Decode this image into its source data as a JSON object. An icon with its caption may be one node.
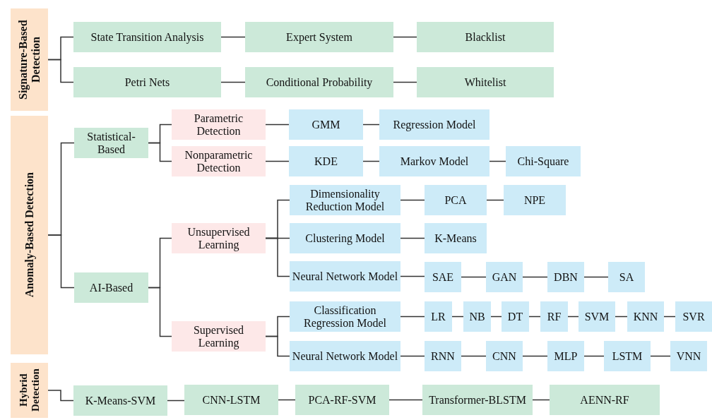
{
  "diagram": {
    "nodes": [
      {
        "text": [
          "Signature-Based Detection"
        ]
      },
      {
        "text": [
          "State Transition Analysis"
        ]
      },
      {
        "text": [
          "Expert System"
        ]
      },
      {
        "text": [
          "Blacklist"
        ]
      },
      {
        "text": [
          "Petri Nets"
        ]
      },
      {
        "text": [
          "Conditional Probability"
        ]
      },
      {
        "text": [
          "Whitelist"
        ]
      },
      {
        "text": [
          "Anomaly-Based Detection"
        ]
      },
      {
        "text": [
          "Statistical-Based"
        ]
      },
      {
        "text": [
          "Parametric Detection"
        ]
      },
      {
        "text": [
          "Nonparametric Detection"
        ]
      },
      {
        "text": [
          "GMM"
        ]
      },
      {
        "text": [
          "Regression Model"
        ]
      },
      {
        "text": [
          "KDE"
        ]
      },
      {
        "text": [
          "Markov Model"
        ]
      },
      {
        "text": [
          "Chi-Square"
        ]
      },
      {
        "text": [
          "AI-Based"
        ]
      },
      {
        "text": [
          "Unsupervised Learning"
        ]
      },
      {
        "text": [
          "Supervised Learning"
        ]
      },
      {
        "text": [
          "Dimensionality Reduction Model"
        ]
      },
      {
        "text": [
          "PCA"
        ]
      },
      {
        "text": [
          "NPE"
        ]
      },
      {
        "text": [
          "Clustering Model"
        ]
      },
      {
        "text": [
          "K-Means"
        ]
      },
      {
        "text": [
          "Neural Network Model"
        ]
      },
      {
        "text": [
          "SAE"
        ]
      },
      {
        "text": [
          "GAN"
        ]
      },
      {
        "text": [
          "DBN"
        ]
      },
      {
        "text": [
          "SA"
        ]
      },
      {
        "text": [
          "Classification Regression Model"
        ]
      },
      {
        "text": [
          "LR"
        ]
      },
      {
        "text": [
          "NB"
        ]
      },
      {
        "text": [
          "DT"
        ]
      },
      {
        "text": [
          "RF"
        ]
      },
      {
        "text": [
          "SVM"
        ]
      },
      {
        "text": [
          "KNN"
        ]
      },
      {
        "text": [
          "SVR"
        ]
      },
      {
        "text": [
          "Neural Network Model"
        ]
      },
      {
        "text": [
          "RNN"
        ]
      },
      {
        "text": [
          "CNN"
        ]
      },
      {
        "text": [
          "MLP"
        ]
      },
      {
        "text": [
          "LSTM"
        ]
      },
      {
        "text": [
          "VNN"
        ]
      },
      {
        "text": [
          "Hybrid Detection"
        ]
      },
      {
        "text": [
          "K-Means-SVM"
        ]
      },
      {
        "text": [
          "CNN-LSTM"
        ]
      },
      {
        "text": [
          "PCA-RF-SVM"
        ]
      },
      {
        "text": [
          "Transformer-BLSTM"
        ]
      },
      {
        "text": [
          "AENN-RF"
        ]
      }
    ],
    "edges": [
      {
        "from": 0,
        "to": 1,
        "arrow": "none"
      },
      {
        "from": 0,
        "to": 4,
        "arrow": "none"
      },
      {
        "from": 1,
        "to": 2,
        "arrow": "none"
      },
      {
        "from": 2,
        "to": 3,
        "arrow": "none"
      },
      {
        "from": 4,
        "to": 5,
        "arrow": "none"
      },
      {
        "from": 5,
        "to": 6,
        "arrow": "none"
      },
      {
        "from": 7,
        "to": 8,
        "arrow": "none"
      },
      {
        "from": 7,
        "to": 16,
        "arrow": "none"
      },
      {
        "from": 8,
        "to": 9,
        "arrow": "none"
      },
      {
        "from": 8,
        "to": 10,
        "arrow": "none"
      },
      {
        "from": 9,
        "to": 11,
        "arrow": "none"
      },
      {
        "from": 11,
        "to": 12,
        "arrow": "none"
      },
      {
        "from": 10,
        "to": 13,
        "arrow": "none"
      },
      {
        "from": 13,
        "to": 14,
        "arrow": "none"
      },
      {
        "from": 14,
        "to": 15,
        "arrow": "none"
      },
      {
        "from": 16,
        "to": 17,
        "arrow": "none"
      },
      {
        "from": 16,
        "to": 18,
        "arrow": "none"
      },
      {
        "from": 17,
        "to": 19,
        "arrow": "none"
      },
      {
        "from": 17,
        "to": 22,
        "arrow": "none"
      },
      {
        "from": 17,
        "to": 24,
        "arrow": "none"
      },
      {
        "from": 19,
        "to": 20,
        "arrow": "none"
      },
      {
        "from": 20,
        "to": 21,
        "arrow": "none"
      },
      {
        "from": 22,
        "to": 23,
        "arrow": "none"
      },
      {
        "from": 24,
        "to": 25,
        "arrow": "none"
      },
      {
        "from": 25,
        "to": 26,
        "arrow": "none"
      },
      {
        "from": 26,
        "to": 27,
        "arrow": "none"
      },
      {
        "from": 27,
        "to": 28,
        "arrow": "none"
      },
      {
        "from": 18,
        "to": 29,
        "arrow": "none"
      },
      {
        "from": 18,
        "to": 37,
        "arrow": "none"
      },
      {
        "from": 29,
        "to": 30,
        "arrow": "none"
      },
      {
        "from": 30,
        "to": 31,
        "arrow": "none"
      },
      {
        "from": 31,
        "to": 32,
        "arrow": "none"
      },
      {
        "from": 32,
        "to": 33,
        "arrow": "none"
      },
      {
        "from": 33,
        "to": 34,
        "arrow": "none"
      },
      {
        "from": 34,
        "to": 35,
        "arrow": "none"
      },
      {
        "from": 35,
        "to": 36,
        "arrow": "none"
      },
      {
        "from": 37,
        "to": 38,
        "arrow": "none"
      },
      {
        "from": 38,
        "to": 39,
        "arrow": "none"
      },
      {
        "from": 39,
        "to": 40,
        "arrow": "none"
      },
      {
        "from": 40,
        "to": 41,
        "arrow": "none"
      },
      {
        "from": 41,
        "to": 42,
        "arrow": "none"
      },
      {
        "from": 43,
        "to": 44,
        "arrow": "none"
      },
      {
        "from": 44,
        "to": 45,
        "arrow": "none"
      },
      {
        "from": 45,
        "to": 46,
        "arrow": "none"
      },
      {
        "from": 46,
        "to": 47,
        "arrow": "none"
      },
      {
        "from": 47,
        "to": 48,
        "arrow": "none"
      }
    ]
  }
}
